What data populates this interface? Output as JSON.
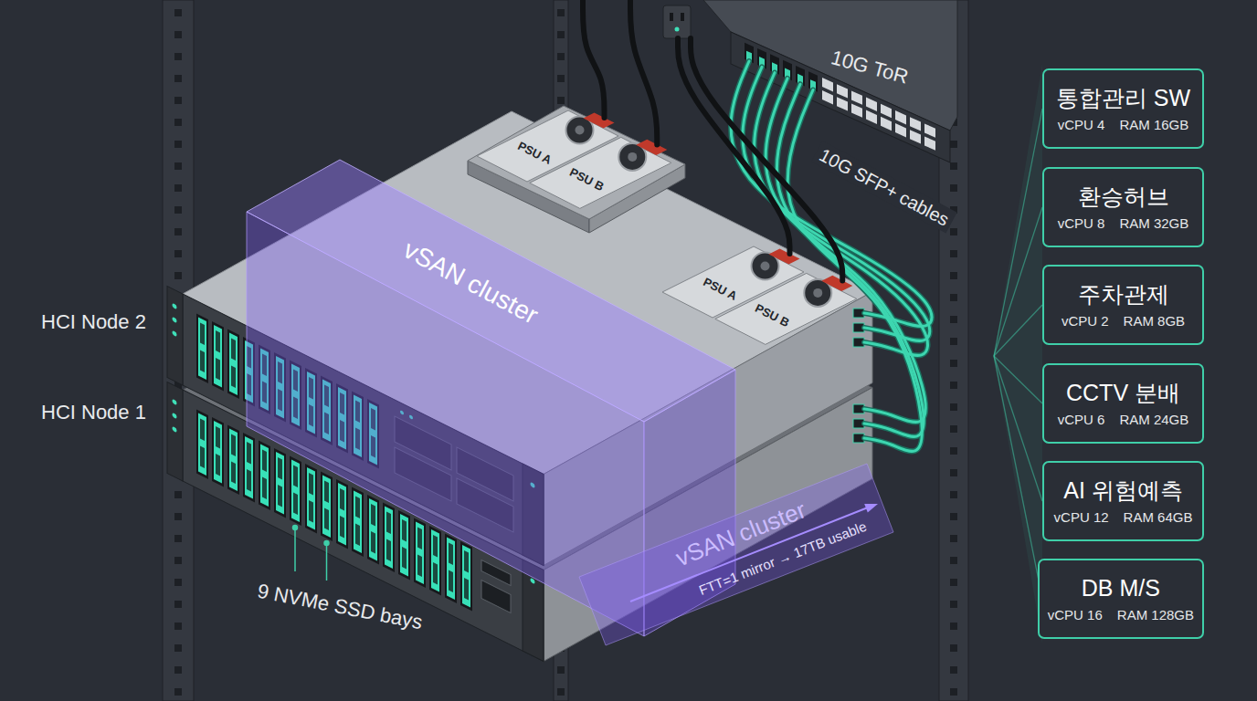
{
  "diagram": {
    "nodes": [
      {
        "text": [
          "통합관리 SW",
          "vCPU 4",
          "RAM 16GB"
        ]
      },
      {
        "text": [
          "환승허브",
          "vCPU 8",
          "RAM 32GB"
        ]
      },
      {
        "text": [
          "주차관제",
          "vCPU 2",
          "RAM 8GB"
        ]
      },
      {
        "text": [
          "CCTV 분배",
          "vCPU 6",
          "RAM 24GB"
        ]
      },
      {
        "text": [
          "AI 위험예측",
          "vCPU 12",
          "RAM 64GB"
        ]
      },
      {
        "text": [
          "DB M/S",
          "vCPU 16",
          "RAM 128GB"
        ]
      }
    ],
    "labels": [
      "10G ToR",
      "10G SFP+ cables",
      "PSU A",
      "PSU B",
      "PSU A",
      "PSU B",
      "vSAN cluster",
      "HCI Node 2",
      "HCI Node 1",
      "9 NVMe SSD bays",
      "vSAN cluster",
      "FTT=1 mirror → 17TB usable"
    ]
  }
}
